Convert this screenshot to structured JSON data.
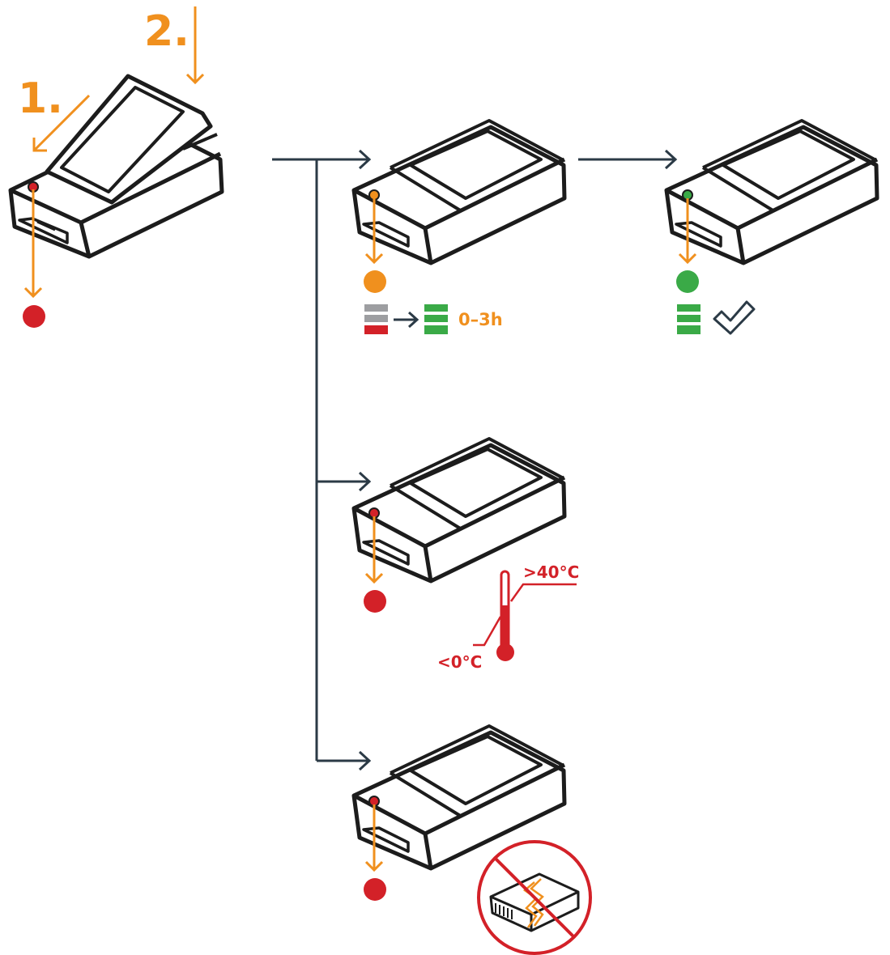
{
  "steps": {
    "step1_label": "1.",
    "step2_label": "2."
  },
  "charging": {
    "duration_label": "0–3h",
    "led_color_name": "orange"
  },
  "charged": {
    "led_color_name": "green"
  },
  "temperature_fault": {
    "high_label": ">40°C",
    "low_label": "<0°C",
    "led_color_name": "red"
  },
  "battery_fault": {
    "led_color_name": "red"
  },
  "colors": {
    "orange": "#f0901e",
    "red": "#d32128",
    "green": "#3aaa47",
    "gray": "#9d9ea1",
    "ink": "#1c1c1c",
    "flow": "#2b3a46"
  }
}
